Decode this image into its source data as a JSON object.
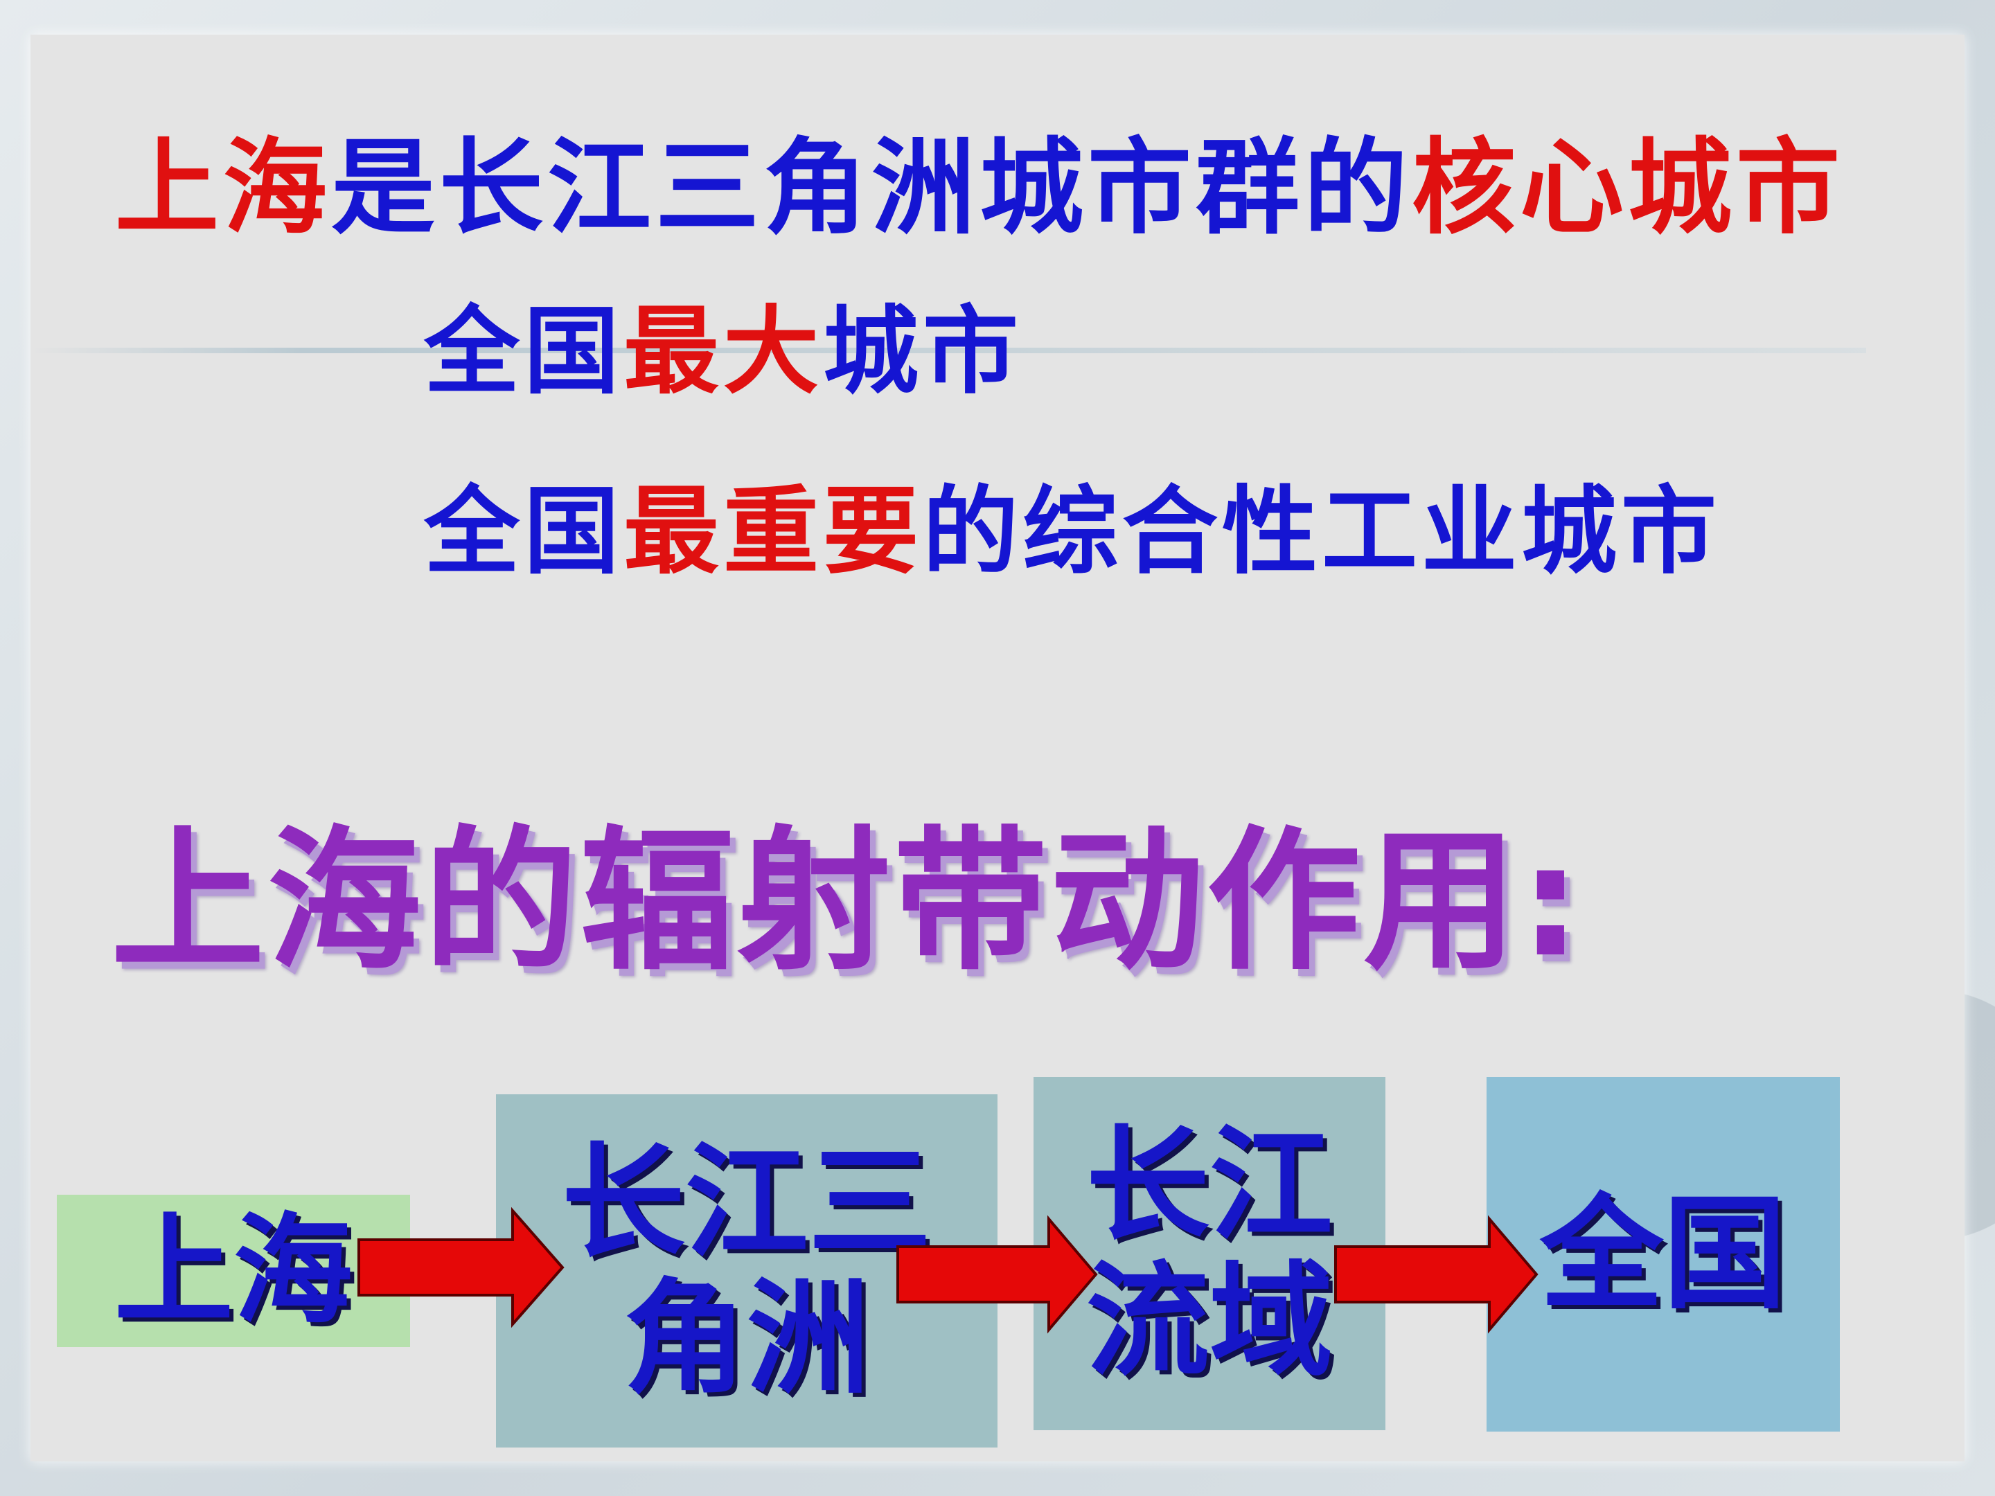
{
  "top_statement": {
    "line1": [
      {
        "text": "上海",
        "color": "#e01010"
      },
      {
        "text": "是长江三角洲城市群的",
        "color": "#1515d2"
      },
      {
        "text": "核心城市",
        "color": "#e01010"
      }
    ],
    "line2": [
      {
        "text": "全国",
        "color": "#1515d2"
      },
      {
        "text": "最大",
        "color": "#e01010"
      },
      {
        "text": "城市",
        "color": "#1515d2"
      }
    ],
    "line3": [
      {
        "text": "全国",
        "color": "#1515d2"
      },
      {
        "text": "最重要",
        "color": "#e01010"
      },
      {
        "text": "的综合性工业城市",
        "color": "#1515d2"
      }
    ]
  },
  "radiation_title": "上海的辐射带动作用:",
  "flow": {
    "nodes": [
      {
        "lines": [
          "上海"
        ],
        "color": "#b6e0ad"
      },
      {
        "lines": [
          "长江三",
          "角洲"
        ],
        "color": "#9fc0c4"
      },
      {
        "lines": [
          "长江",
          "流域"
        ],
        "color": "#9fc0c4"
      },
      {
        "lines": [
          "全国"
        ],
        "color": "#8ec0d6"
      }
    ],
    "arrow_color": "#e50808"
  }
}
